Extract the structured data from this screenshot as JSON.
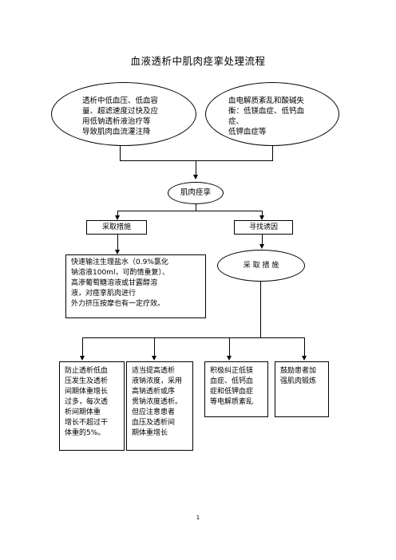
{
  "title": "血液透析中肌肉痉挛处理流程",
  "cause_left": {
    "lines": [
      "透析中低血压、低血容",
      "量、超滤速度过快及应",
      "用低钠透析液治疗等",
      "导致肌肉血流灌注降"
    ]
  },
  "cause_right": {
    "lines": [
      "血电解质紊乱和酸碱失",
      "衡：低镁血症、低钙血",
      "症、",
      "低钾血症等"
    ]
  },
  "center_node": "肌肉痉挛",
  "branch_left": "采取措施",
  "branch_right": "寻找诱因",
  "measures_node": "采 取 措 施",
  "immediate_action": {
    "lines": [
      "快速输注生理盐水（0.9%氯化",
      "钠溶液100ml，可酌情重复）、",
      "高渗葡萄糖溶液或甘露醇溶",
      "液，对痉挛肌肉进行",
      "外力挤压按摩也有一定疗效。"
    ]
  },
  "measures": [
    {
      "lines": [
        "防止透析低血",
        "压发生及透析",
        "间期体重增长",
        "过多，每次透",
        "析间期体重",
        "增长不超过干",
        "体重的5%。"
      ]
    },
    {
      "lines": [
        "适当提高透析",
        "液钠浓度，采用",
        "高钠透析或序",
        "贯钠浓度透析。",
        "但应注意患者",
        "血压及透析间",
        "期体重增长"
      ]
    },
    {
      "lines": [
        "积极纠正低镁",
        "血症、低钙血",
        "症和低钾血症",
        "等电解质紊乱"
      ]
    },
    {
      "lines": [
        "鼓励患者加",
        "强肌肉锻炼"
      ]
    }
  ],
  "page_number": "1"
}
